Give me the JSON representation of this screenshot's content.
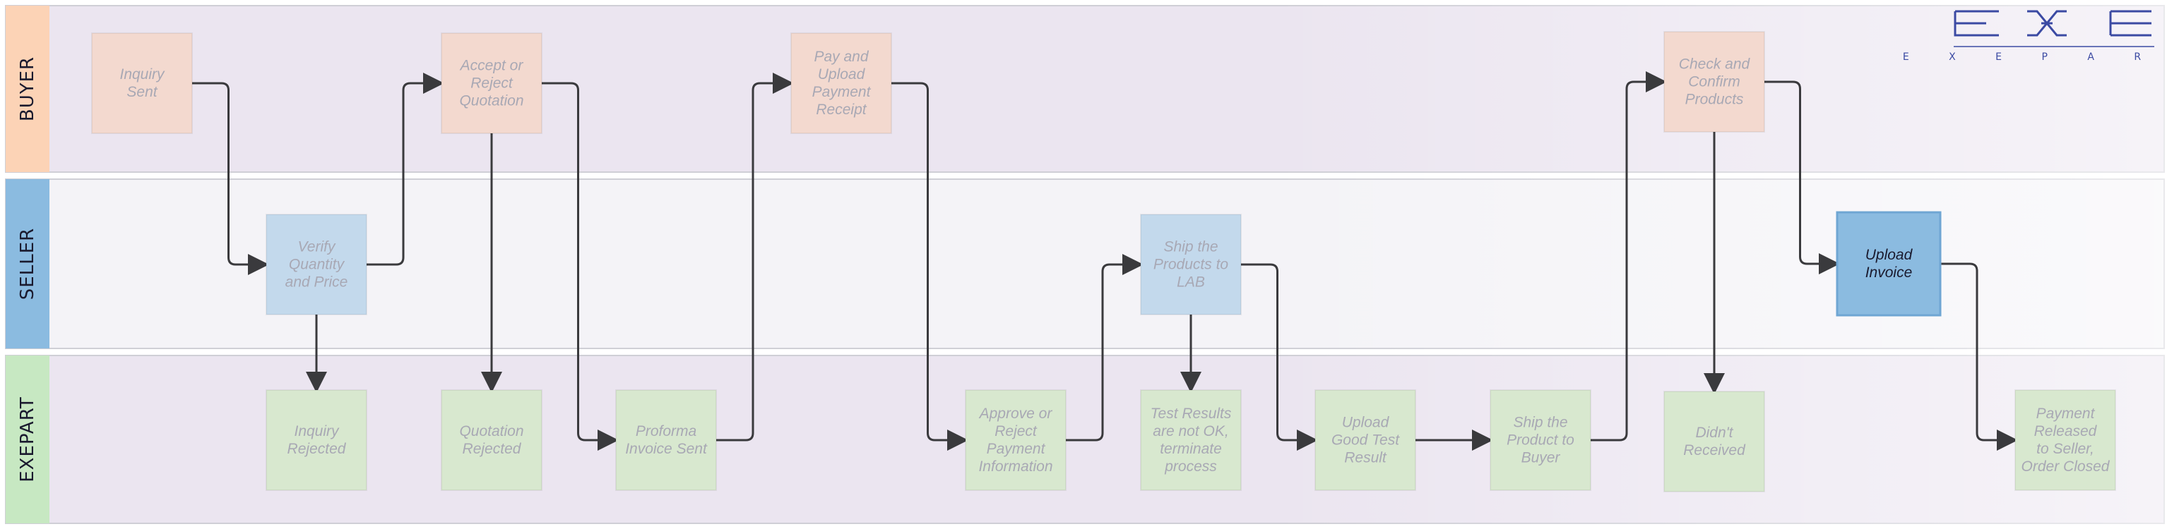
{
  "lanes": [
    {
      "id": "buyer",
      "label": "BUYER",
      "label_color": "#fcd3b6",
      "band_color": "#ebe5f0"
    },
    {
      "id": "seller",
      "label": "SELLER",
      "label_color": "#8bbbe0",
      "band_color": "#f4f3f7"
    },
    {
      "id": "exepart",
      "label": "EXEPART",
      "label_color": "#c7e8c2",
      "band_color": "#ebe5f0"
    }
  ],
  "nodes": [
    {
      "id": "inquiry-sent",
      "lane": "buyer",
      "lines": [
        "Inquiry",
        "Sent"
      ]
    },
    {
      "id": "accept-reject-quotation",
      "lane": "buyer",
      "lines": [
        "Accept or",
        "Reject",
        "Quotation"
      ]
    },
    {
      "id": "pay-upload-receipt",
      "lane": "buyer",
      "lines": [
        "Pay and",
        "Upload",
        "Payment",
        "Receipt"
      ]
    },
    {
      "id": "check-confirm-products",
      "lane": "buyer",
      "lines": [
        "Check and",
        "Confirm",
        "Products"
      ]
    },
    {
      "id": "verify-quantity-price",
      "lane": "seller",
      "lines": [
        "Verify",
        "Quantity",
        "and Price"
      ]
    },
    {
      "id": "ship-products-lab",
      "lane": "seller",
      "lines": [
        "Ship the",
        "Products to",
        "LAB"
      ]
    },
    {
      "id": "upload-invoice",
      "lane": "seller",
      "lines": [
        "Upload",
        "Invoice"
      ],
      "highlight": true
    },
    {
      "id": "inquiry-rejected",
      "lane": "exepart",
      "lines": [
        "Inquiry",
        "Rejected"
      ]
    },
    {
      "id": "quotation-rejected",
      "lane": "exepart",
      "lines": [
        "Quotation",
        "Rejected"
      ]
    },
    {
      "id": "proforma-invoice-sent",
      "lane": "exepart",
      "lines": [
        "Proforma",
        "Invoice Sent"
      ]
    },
    {
      "id": "approve-reject-payment",
      "lane": "exepart",
      "lines": [
        "Approve or",
        "Reject",
        "Payment",
        "Information"
      ]
    },
    {
      "id": "test-results-not-ok",
      "lane": "exepart",
      "lines": [
        "Test Results",
        "are not OK,",
        "terminate",
        "process"
      ]
    },
    {
      "id": "upload-good-test-result",
      "lane": "exepart",
      "lines": [
        "Upload",
        "Good Test",
        "Result"
      ]
    },
    {
      "id": "ship-product-buyer",
      "lane": "exepart",
      "lines": [
        "Ship the",
        "Product to",
        "Buyer"
      ]
    },
    {
      "id": "didnt-received",
      "lane": "exepart",
      "lines": [
        "Didn't",
        "Received"
      ]
    },
    {
      "id": "payment-released",
      "lane": "exepart",
      "lines": [
        "Payment",
        "Released",
        "to Seller,",
        "Order Closed"
      ]
    }
  ],
  "edges": [
    {
      "from": "inquiry-sent",
      "to": "verify-quantity-price"
    },
    {
      "from": "verify-quantity-price",
      "to": "inquiry-rejected"
    },
    {
      "from": "verify-quantity-price",
      "to": "accept-reject-quotation"
    },
    {
      "from": "accept-reject-quotation",
      "to": "quotation-rejected"
    },
    {
      "from": "accept-reject-quotation",
      "to": "proforma-invoice-sent"
    },
    {
      "from": "proforma-invoice-sent",
      "to": "pay-upload-receipt"
    },
    {
      "from": "pay-upload-receipt",
      "to": "approve-reject-payment"
    },
    {
      "from": "approve-reject-payment",
      "to": "ship-products-lab"
    },
    {
      "from": "ship-products-lab",
      "to": "test-results-not-ok"
    },
    {
      "from": "ship-products-lab",
      "to": "upload-good-test-result"
    },
    {
      "from": "upload-good-test-result",
      "to": "ship-product-buyer"
    },
    {
      "from": "ship-product-buyer",
      "to": "check-confirm-products"
    },
    {
      "from": "check-confirm-products",
      "to": "didnt-received"
    },
    {
      "from": "check-confirm-products",
      "to": "upload-invoice"
    },
    {
      "from": "upload-invoice",
      "to": "payment-released"
    }
  ],
  "colors": {
    "buyer_node": "#f3d9cf",
    "seller_node": "#c3d9ec",
    "exepart_node": "#d8e8cf",
    "highlight_node": "#8bbbe0",
    "faded_text": "#a8a8b4",
    "highlight_text": "#1a1a2e",
    "arrow": "#3a3a3d",
    "logo": "#3b4aa3"
  },
  "logo": {
    "text": "E X E P A R T"
  }
}
